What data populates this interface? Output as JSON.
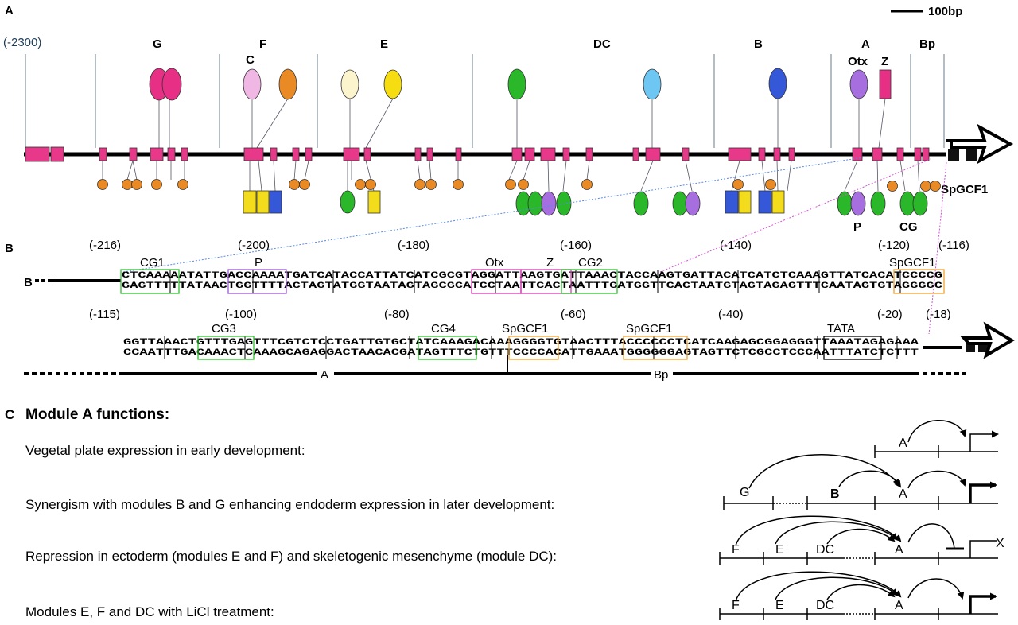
{
  "panelA": {
    "label": "A",
    "scale_label": "100bp",
    "coord_label": "(-2300)",
    "modules": [
      "G",
      "F",
      "E",
      "DC",
      "B",
      "A",
      "Bp"
    ],
    "factor_labels": {
      "c": "C",
      "otx": "Otx",
      "z": "Z",
      "p": "P",
      "cg": "CG",
      "gene": "SpGCF1"
    },
    "colors": {
      "site": "#e8388a",
      "orange": "#e98a24",
      "yellow": "#f2dc1c",
      "blue": "#3458d8",
      "green": "#2ab82a",
      "purple": "#a76ee0",
      "pink": "#e72f86",
      "lightpink": "#f1b7e4",
      "cream": "#fbf4cc",
      "gold": "#f6dd12",
      "cyan": "#6ec7f2"
    }
  },
  "panelB": {
    "label": "B",
    "row1": {
      "start_label": "B",
      "coords": [
        "(-216)",
        "(-200)",
        "(-180)",
        "(-160)",
        "(-140)",
        "(-120)",
        "(-116)"
      ],
      "site_labels": [
        "CG1",
        "P",
        "Otx",
        "Z",
        "CG2",
        "SpGCF1"
      ],
      "top": "CTCAAAAATATTGACCAAAATGATCATACCATTATCATCGCGTAGGATTAAGTGATTAAACTACCAAGTGATTACATCATCTCAAAGTTATCACATCCCCG",
      "bottom": "GAGTTTTTATAACTGGTTTTACTAGTATGGTAATAGTAGCGCATCCTAATTCACTAATTTGATGGTTCACTAATGTAGTAGAGTTTCAATAGTGTAGGGGC"
    },
    "row2": {
      "coords": [
        "(-115)",
        "(-100)",
        "(-80)",
        "(-60)",
        "(-40)",
        "(-20)",
        "(-18)"
      ],
      "site_labels": [
        "CG3",
        "CG4",
        "SpGCF1",
        "SpGCF1",
        "TATA"
      ],
      "top": "GGTTAAACTGTTTGAGTTTCGTCTCCTGATTGTGCTATCAAAGACAAAGGGGTGTAACTTTACCCCCCTCATCAAGAGCGGAGGGTTAAATAGAGAAA",
      "bottom": "CCAATTTGACAAACTCAAAGCAGAGGACTAACACGATAGTTTCTGTTTCCCCACATTGAAATGGGGGGAGTAGTTCTCGCCTCCCAATTTATCTCTTT"
    },
    "bracket_labels": [
      "A",
      "Bp"
    ]
  },
  "panelC": {
    "label": "C",
    "title": "Module A functions:",
    "items": [
      "Vegetal plate expression in early development:",
      "Synergism with modules B and G enhancing endoderm expression in later development:",
      "Repression in ectoderm (modules E and F) and skeletogenic mesenchyme (module DC):",
      "Modules E, F and DC with LiCl treatment:"
    ],
    "diagram_labels": {
      "A": "A",
      "G": "G",
      "B": "B",
      "F": "F",
      "E": "E",
      "DC": "DC",
      "X": "X"
    }
  }
}
